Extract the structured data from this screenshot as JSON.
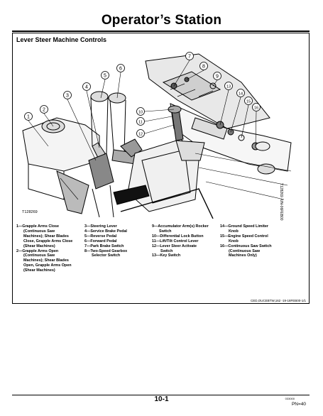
{
  "page": {
    "title": "Operator’s Station",
    "section_title": "Lever Steer Machine Controls",
    "figure_id": "T128269",
    "side_code": "T128269 -UN-06FEB00",
    "footer_code": "CED,OUCEBTW,162   -19-18FEB00-1/1",
    "page_number": "10-1",
    "corner_small": "033000",
    "corner_pn": "PN=40"
  },
  "callouts": [
    "1",
    "2",
    "3",
    "4",
    "5",
    "6",
    "7",
    "8",
    "9",
    "10",
    "11",
    "12",
    "13",
    "14",
    "15",
    "16"
  ],
  "legend": {
    "col1": [
      "1—Grapple Arms Close",
      "(Continuous Saw",
      "Machines); Shear Blades",
      "Close, Grapple Arms Close",
      "(Shear Machines)",
      "2—Grapple Arms Open",
      "(Continuous Saw",
      "Machines); Shear Blades",
      "Open, Grapple Arms Open",
      "(Shear Machines)"
    ],
    "col2": [
      "3—Steering Lever",
      "4—Service Brake Pedal",
      "5—Reverse Pedal",
      "6—Forward Pedal",
      "7—Park Brake Switch",
      "8—Two-Speed Gearbox",
      "Selector Switch"
    ],
    "col3": [
      "9—Accumulator Arm(s) Rocker",
      "Switch",
      "10—Differential Lock Button",
      "11—Lift/Tilt Control Lever",
      "12—Lever Steer Activate",
      "Switch",
      "13—Key Switch"
    ],
    "col4": [
      "14—Ground Speed Limiter",
      "Knob",
      "15—Engine Speed Control",
      "Knob",
      "16—Continuous Saw Switch",
      "(Continuous Saw",
      "Machines Only)"
    ]
  }
}
